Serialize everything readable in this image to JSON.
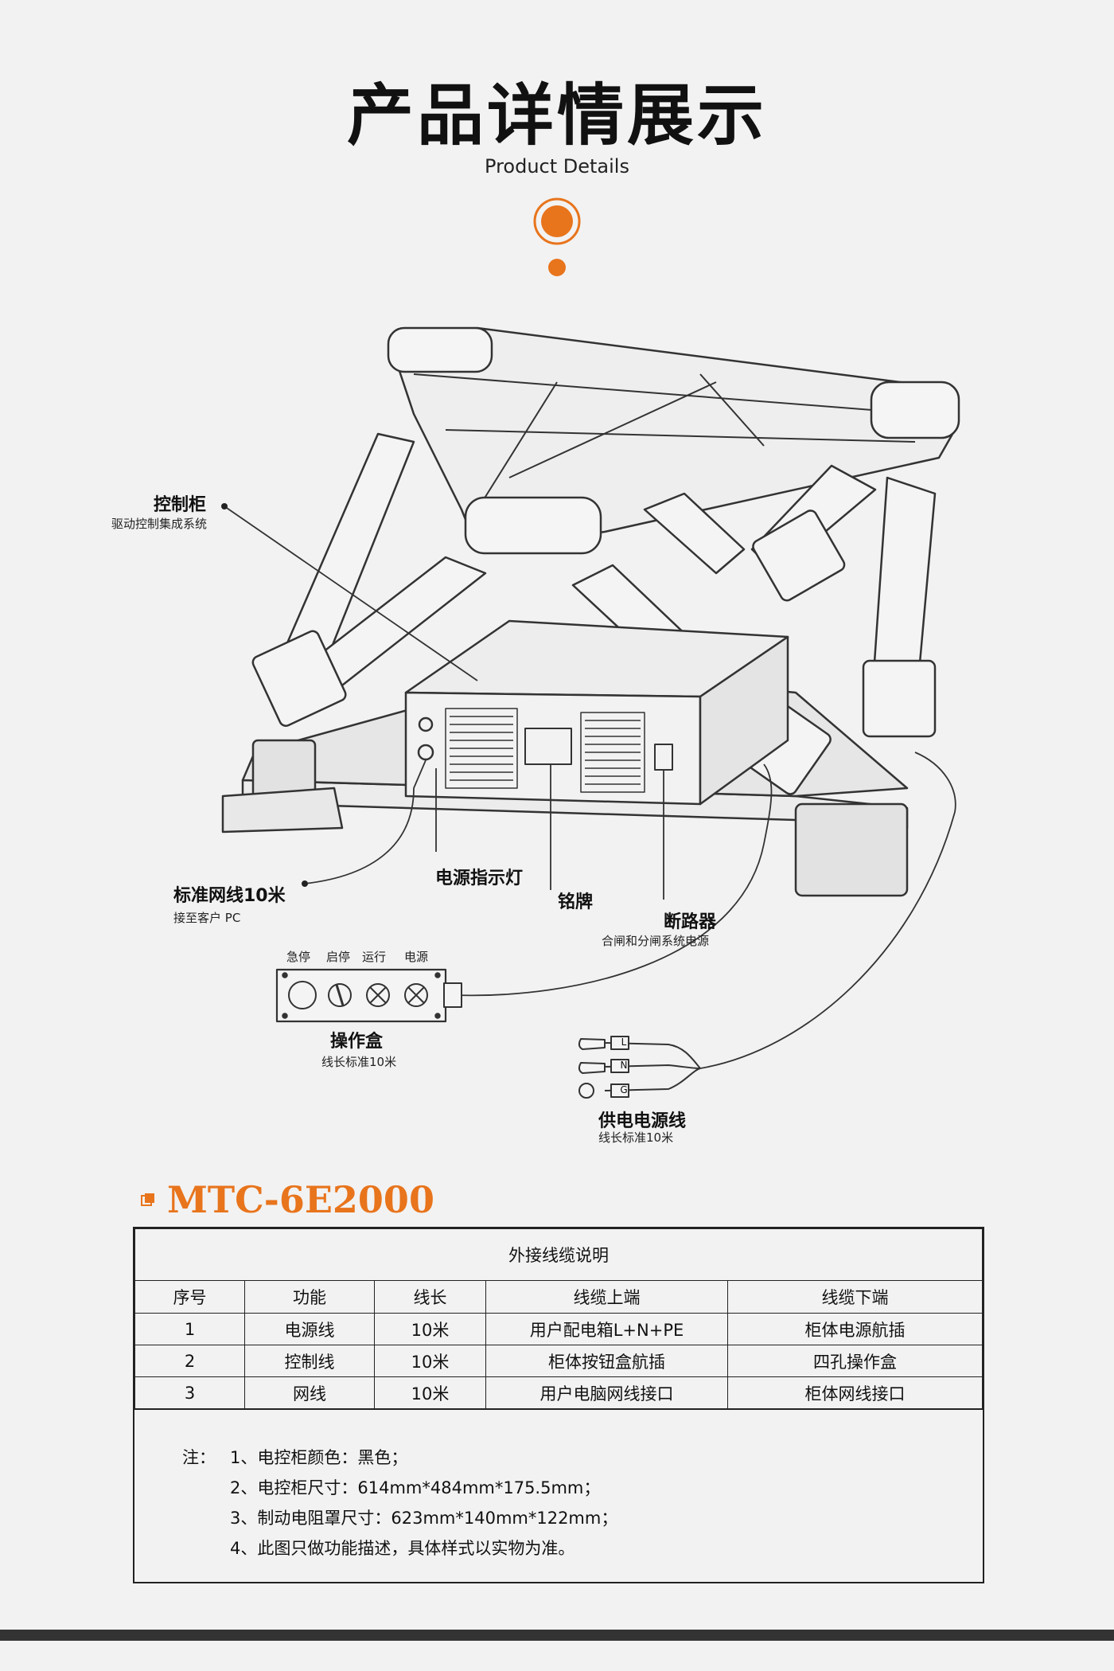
{
  "header": {
    "title": "产品详情展示",
    "subtitle": "Product Details"
  },
  "callouts": {
    "cabinet": {
      "title": "控制柜",
      "desc": "驱动控制集成系统"
    },
    "network": {
      "title": "标准网线10米",
      "desc": "接至客户 PC"
    },
    "power_light": {
      "title": "电源指示灯"
    },
    "nameplate": {
      "title": "铭牌"
    },
    "breaker": {
      "title": "断路器",
      "desc": "合闸和分闸系统电源"
    },
    "opbox": {
      "title": "操作盒",
      "desc": "线长标准10米",
      "buttons": [
        "急停",
        "启停",
        "运行",
        "电源"
      ]
    },
    "supply": {
      "title": "供电电源线",
      "desc": "线长标准10米",
      "terminals": [
        "L",
        "N",
        "G"
      ]
    }
  },
  "model": "MTC-6E2000",
  "colors": {
    "accent": "#e8741c",
    "line": "#333333"
  },
  "table": {
    "caption": "外接线缆说明",
    "headers": [
      "序号",
      "功能",
      "线长",
      "线缆上端",
      "线缆下端"
    ],
    "rows": [
      [
        "1",
        "电源线",
        "10米",
        "用户配电箱L+N+PE",
        "柜体电源航插"
      ],
      [
        "2",
        "控制线",
        "10米",
        "柜体按钮盒航插",
        "四孔操作盒"
      ],
      [
        "3",
        "网线",
        "10米",
        "用户电脑网线接口",
        "柜体网线接口"
      ]
    ],
    "notes_label": "注：",
    "notes": [
      "1、电控柜颜色：黑色；",
      "2、电控柜尺寸：614mm*484mm*175.5mm；",
      "3、制动电阻罩尺寸：623mm*140mm*122mm；",
      "4、此图只做功能描述，具体样式以实物为准。"
    ]
  }
}
